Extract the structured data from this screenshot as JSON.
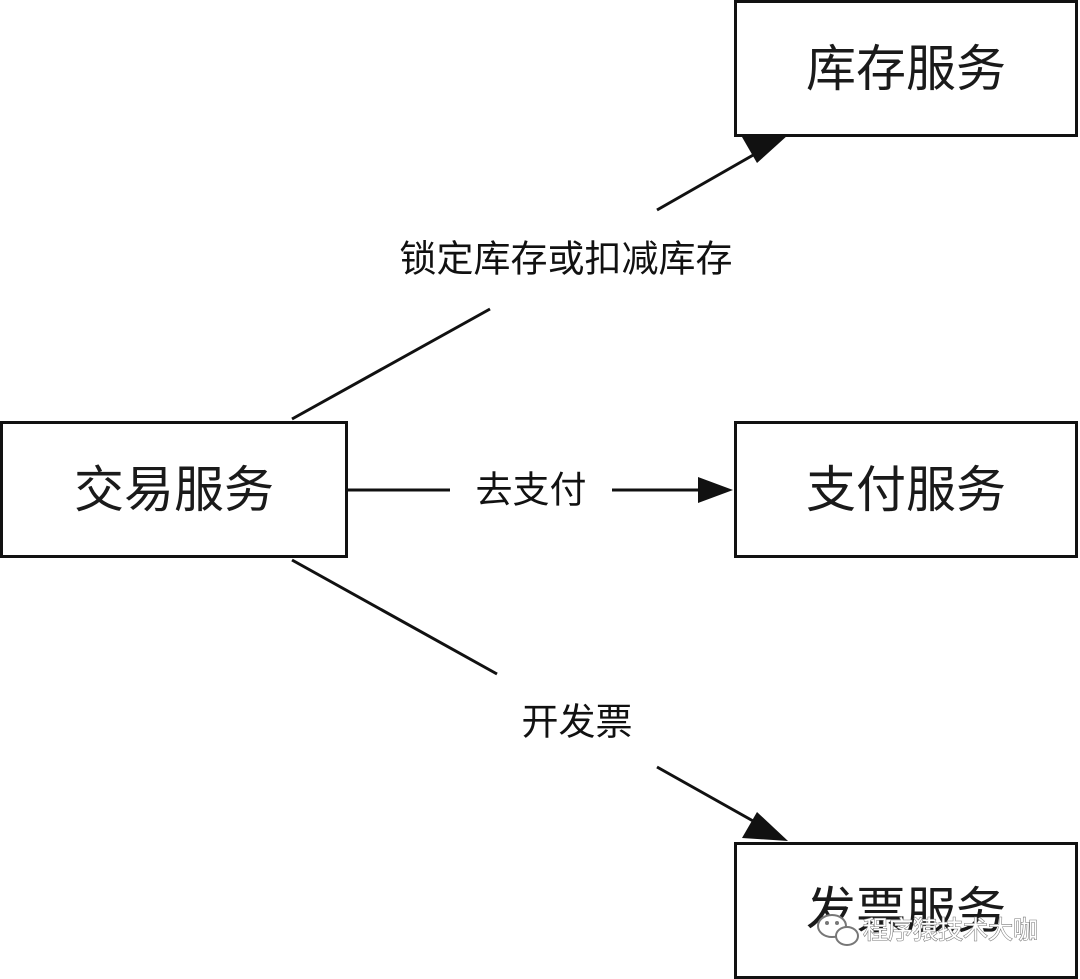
{
  "nodes": {
    "trade": "交易服务",
    "inventory": "库存服务",
    "payment": "支付服务",
    "invoice": "发票服务"
  },
  "edges": {
    "to_inventory": "锁定库存或扣减库存",
    "to_payment": "去支付",
    "to_invoice": "开发票"
  },
  "watermark": {
    "text": "程序猿技术大咖",
    "icon": "wechat-icon"
  }
}
